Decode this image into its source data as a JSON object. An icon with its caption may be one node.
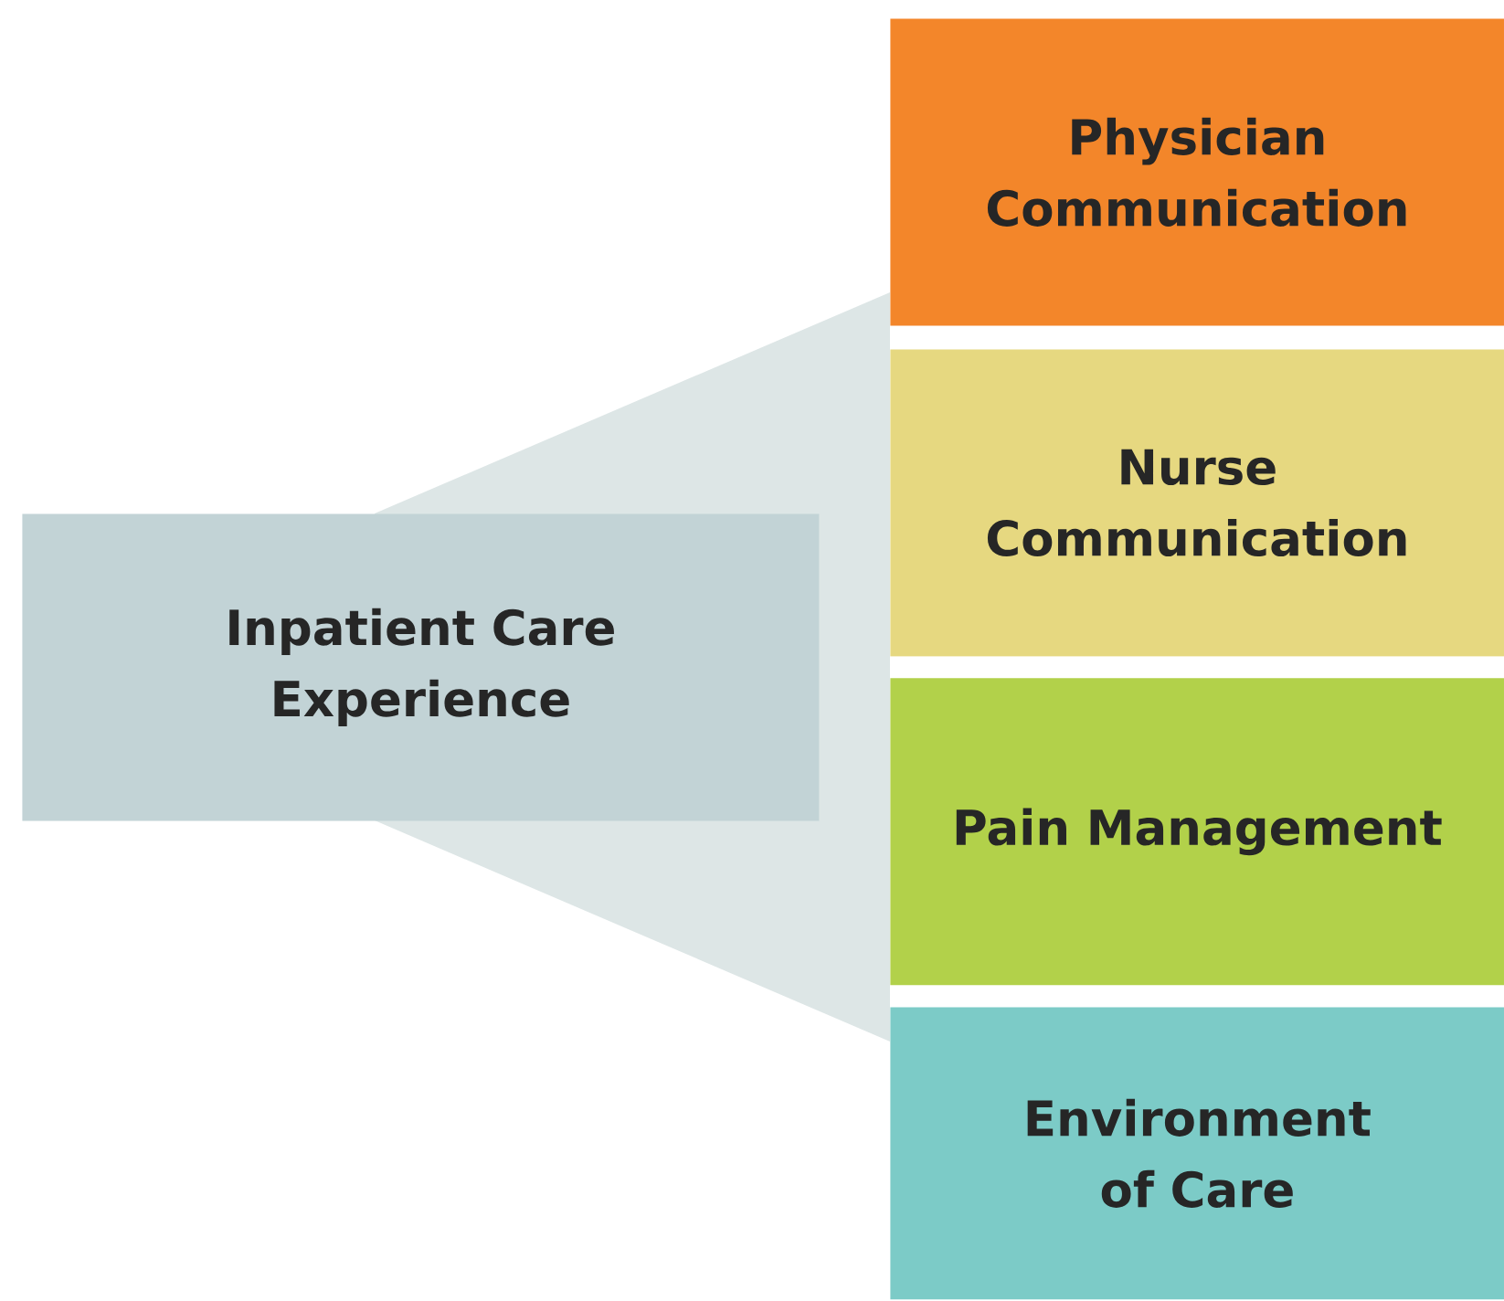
{
  "diagram": {
    "nodes": [
      {
        "text": [
          "Inpatient Care Experience"
        ]
      },
      {
        "text": [
          "Physician Communication"
        ]
      },
      {
        "text": [
          "Nurse Communication"
        ]
      },
      {
        "text": [
          "Pain Management"
        ]
      },
      {
        "text": [
          "Environment of Care"
        ]
      }
    ]
  }
}
